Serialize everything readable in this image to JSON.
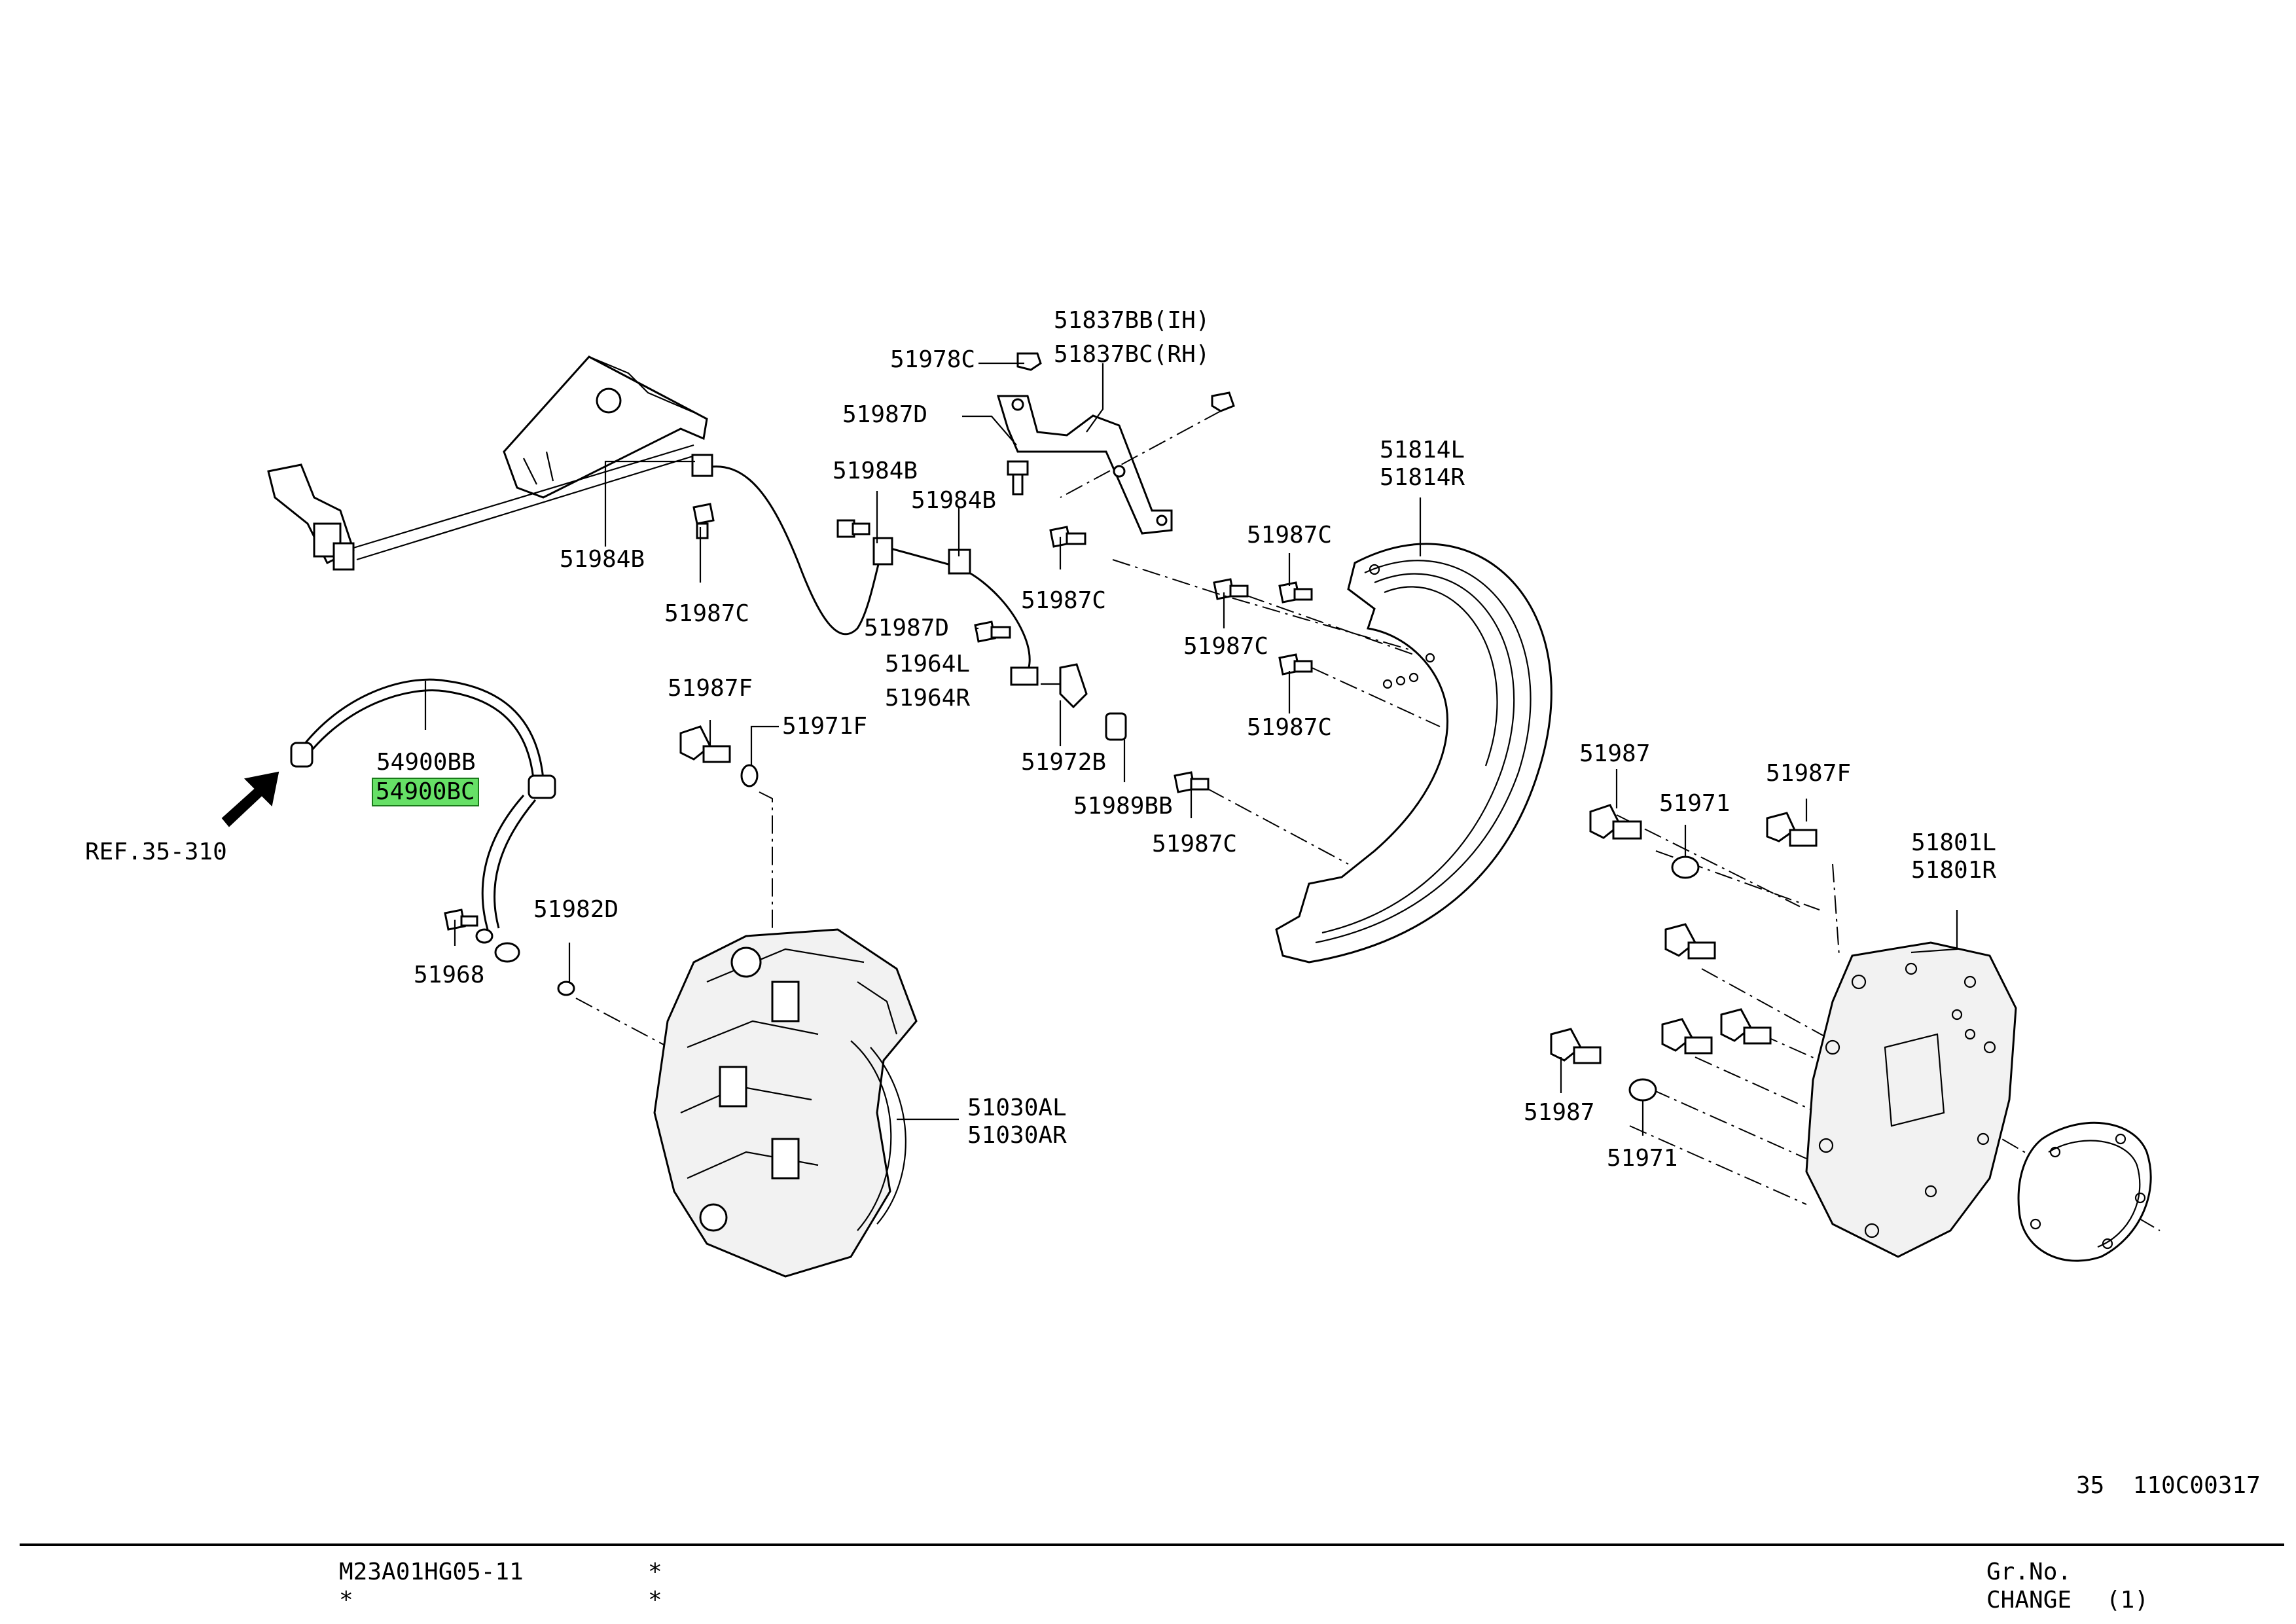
{
  "diagram": {
    "part_labels": [
      {
        "text": "51837BB(IH)"
      },
      {
        "text": "51837BC(RH)"
      },
      {
        "text": "51978C"
      },
      {
        "text": "51987D"
      },
      {
        "text": "51984B"
      },
      {
        "text": "51984B"
      },
      {
        "text": "51984B"
      },
      {
        "text": "51987C"
      },
      {
        "text": "51987C"
      },
      {
        "text": "51987D"
      },
      {
        "text": "51964L"
      },
      {
        "text": "51964R"
      },
      {
        "text": "51972B"
      },
      {
        "text": "51989BB"
      },
      {
        "text": "51814L"
      },
      {
        "text": "51814R"
      },
      {
        "text": "51987C"
      },
      {
        "text": "51987C"
      },
      {
        "text": "51987C"
      },
      {
        "text": "51987C"
      },
      {
        "text": "51987F"
      },
      {
        "text": "51971F"
      },
      {
        "text": "54900BB"
      },
      {
        "text": "54900BC"
      },
      {
        "text": "REF.35-310"
      },
      {
        "text": "51982D"
      },
      {
        "text": "51968"
      },
      {
        "text": "51030AL"
      },
      {
        "text": "51030AR"
      },
      {
        "text": "51987"
      },
      {
        "text": "51971"
      },
      {
        "text": "51987F"
      },
      {
        "text": "51801L"
      },
      {
        "text": "51801R"
      },
      {
        "text": "51987"
      },
      {
        "text": "51971"
      }
    ],
    "drawing_code": "35  110C00317"
  },
  "footer": {
    "model_code": "M23A01HG05-11",
    "mark_1": "*",
    "mark_2": "*",
    "mark_3": "*",
    "gr_no_label": "Gr.No.",
    "change_label": "CHANGE",
    "change_value": "(1)"
  },
  "colors": {
    "highlight": "#66e066",
    "line": "#000000",
    "background": "#ffffff"
  }
}
